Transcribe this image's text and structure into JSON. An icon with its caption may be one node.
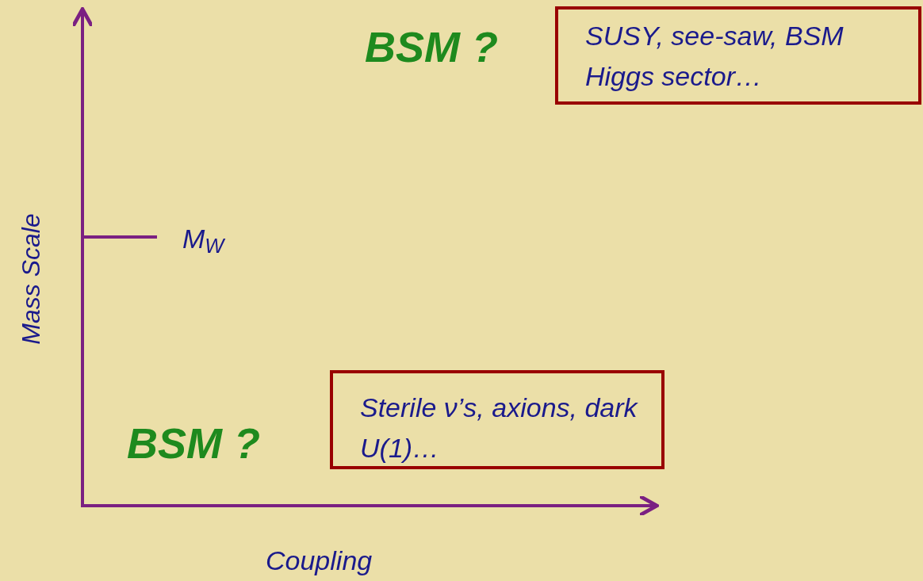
{
  "diagram": {
    "nodes": [
      {
        "text": [
          "SUSY, see-saw, BSM Higgs sector…"
        ]
      },
      {
        "text": [
          "Sterile ν’s, axions, dark U(1)…"
        ]
      }
    ],
    "edges": [],
    "labels": [
      "BSM ?",
      "Mass Scale",
      "M$_{W}$",
      "BSM ?",
      "Coupling"
    ]
  }
}
